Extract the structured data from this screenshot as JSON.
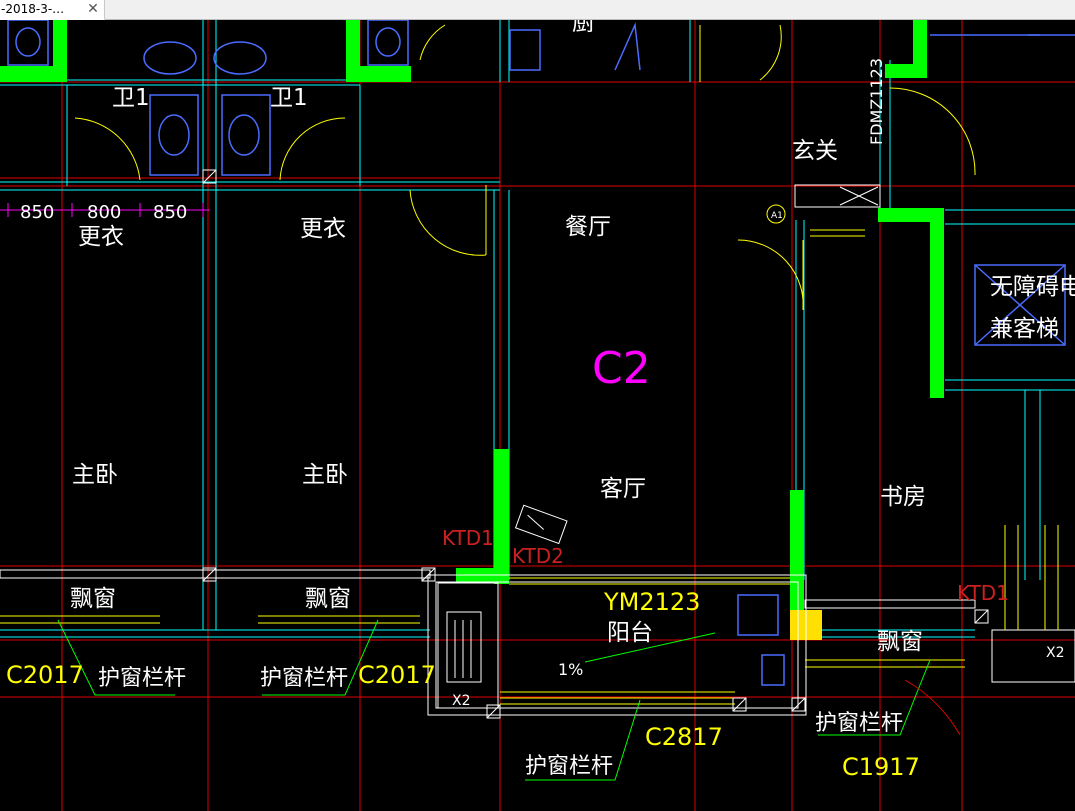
{
  "tab": {
    "title": "-2018-3-…",
    "close_glyph": "✕"
  },
  "dims": [
    "850",
    "800",
    "850"
  ],
  "rooms": {
    "wei_left": "卫1",
    "wei_right": "卫1",
    "yigen_left": "更衣",
    "yigen_right": "更衣",
    "canting": "餐厅",
    "xuanguan": "玄关",
    "elevator_line1": "无障碍电",
    "elevator_line2": "兼客梯",
    "zhuwo_left": "主卧",
    "zhuwo_right": "主卧",
    "keting": "客厅",
    "shufang": "书房",
    "yangtai": "阳台",
    "piaochuang_left": "飘窗",
    "piaochuang_mid": "飘窗",
    "piaochuang_right": "飘窗",
    "kitchen_top": "厨"
  },
  "tags": {
    "c2": "C2",
    "fdm": "FDMZ1123",
    "ktd1_left": "KTD1",
    "ktd2": "KTD2",
    "ktd1_right": "KTD1",
    "ym": "YM2123",
    "slope": "1%",
    "x2_left": "X2",
    "x2_right": "X2",
    "a1": "A1",
    "c2017_left": "C2017",
    "c2017_right": "C2017",
    "c2817": "C2817",
    "c1917": "C1917",
    "rail_1": "护窗栏杆",
    "rail_2": "护窗栏杆",
    "rail_3": "护窗栏杆",
    "rail_4": "护窗栏杆"
  },
  "colors": {
    "wall_green": "#00ff00",
    "axis_red": "#e00000",
    "cyan": "#00ffff",
    "yellow": "#ffff00",
    "white": "#ffffff",
    "magenta": "#ff00ff",
    "blue": "#4a6cff",
    "label_red": "#cc2020"
  }
}
